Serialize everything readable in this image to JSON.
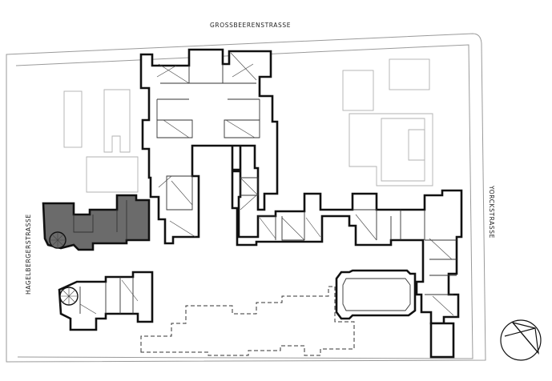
{
  "map": {
    "streets": {
      "north": "GROSSBEERENSTRASSE",
      "east": "YORCKSTRASSE",
      "west": "HAGELBERGERSTRASSE"
    },
    "colors": {
      "building_outline": "#111111",
      "highlighted_building": "#6b6b6b",
      "block_edge": "#9a9a9a",
      "background": "#ffffff"
    },
    "compass_icon": "north-arrow-icon"
  }
}
